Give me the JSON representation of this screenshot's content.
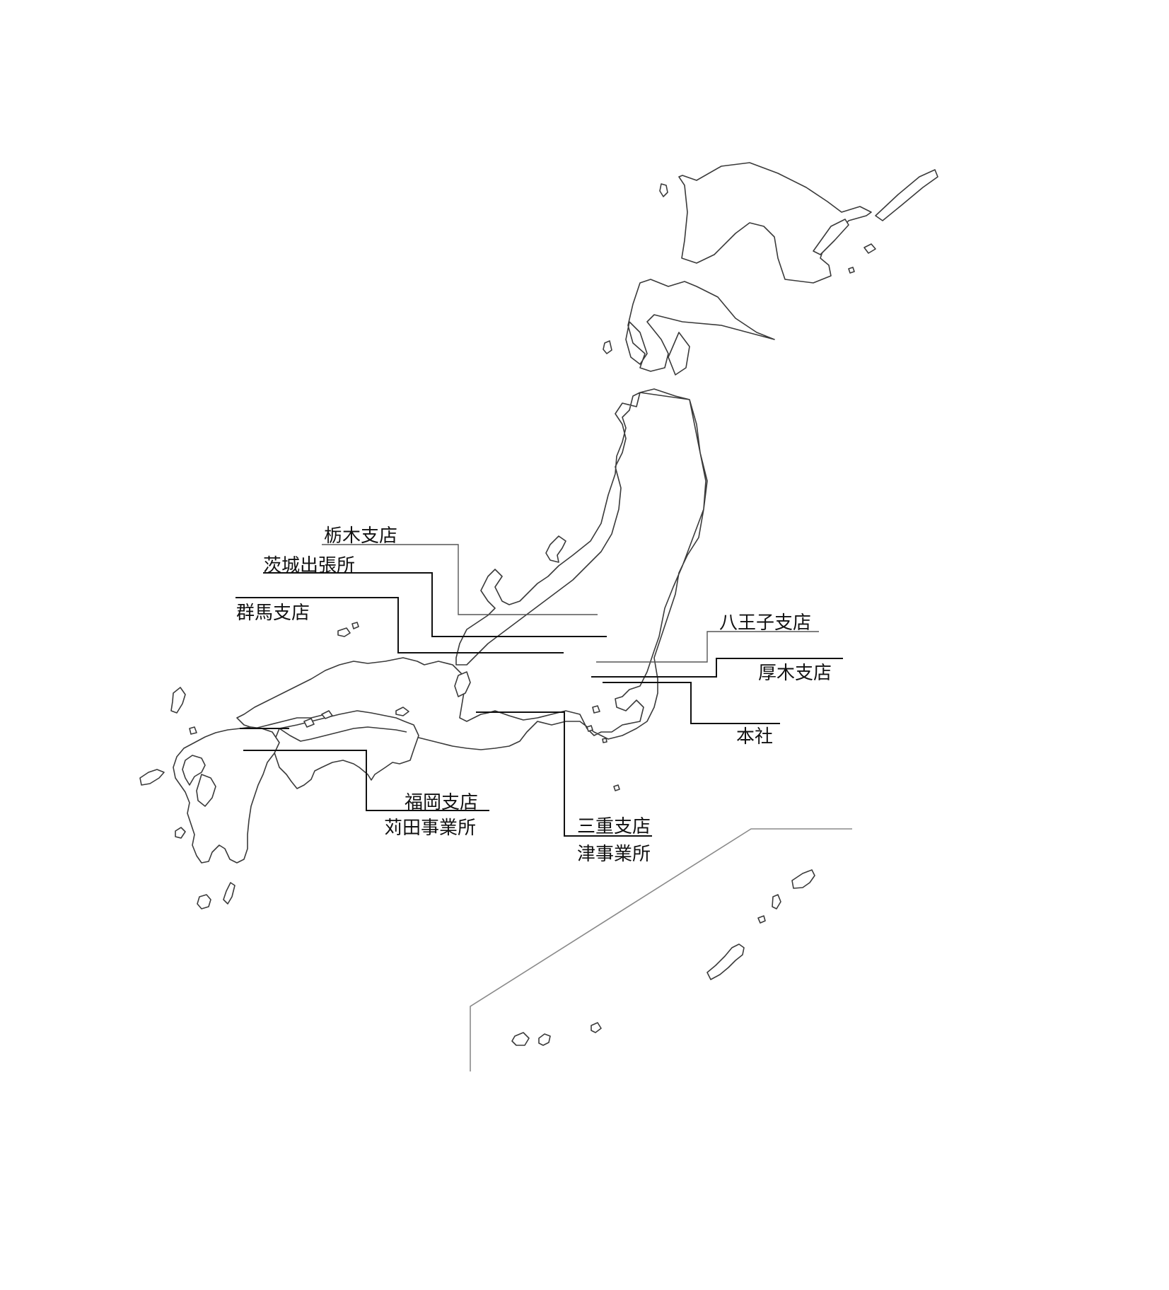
{
  "map": {
    "region": "Japan",
    "inset": "Okinawa / Nansei Islands"
  },
  "offices": [
    {
      "key": "tochigi",
      "label": "栃木支店"
    },
    {
      "key": "ibaraki",
      "label": "茨城出張所"
    },
    {
      "key": "gunma",
      "label": "群馬支店"
    },
    {
      "key": "hachioji",
      "label": "八王子支店"
    },
    {
      "key": "atsugi",
      "label": "厚木支店"
    },
    {
      "key": "honsha",
      "label": "本社"
    },
    {
      "key": "fukuoka",
      "label": "福岡支店"
    },
    {
      "key": "kanda",
      "label": "苅田事業所"
    },
    {
      "key": "mie",
      "label": "三重支店"
    },
    {
      "key": "tsu",
      "label": "津事業所"
    }
  ],
  "colors": {
    "coastline": "#3a3a3a",
    "leader_line": "#111111",
    "inset_border": "#8a8a8a",
    "background": "#ffffff"
  }
}
